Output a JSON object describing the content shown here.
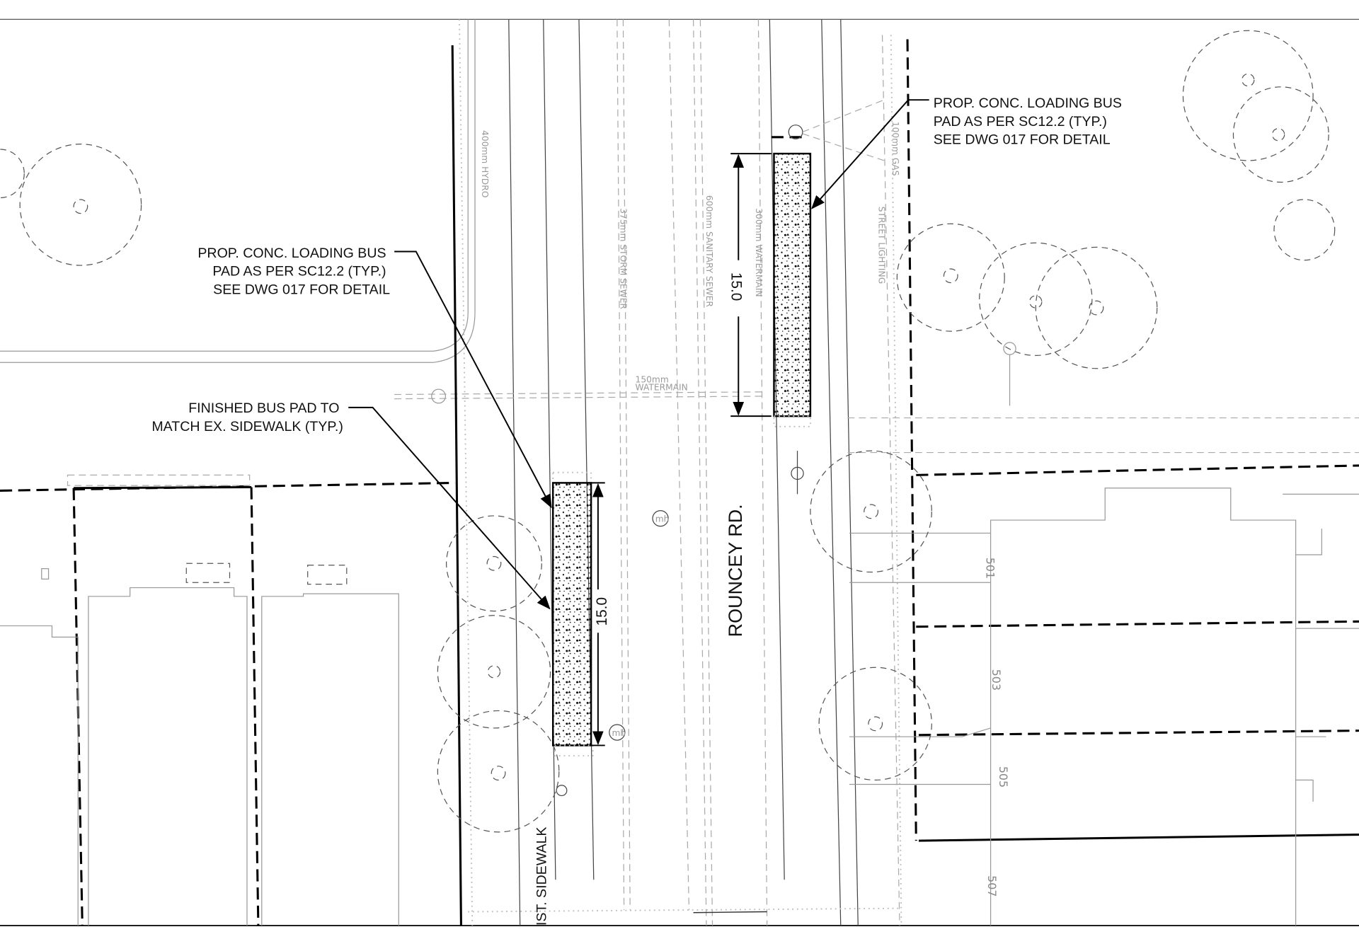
{
  "drawing": {
    "street_name": "ROUNCEY RD.",
    "callouts": {
      "bus_pad_right": [
        "PROP. CONC. LOADING BUS",
        "PAD AS PER SC12.2 (TYP.)",
        "SEE DWG 017 FOR DETAIL"
      ],
      "bus_pad_left": [
        "PROP. CONC. LOADING BUS",
        "PAD AS PER SC12.2 (TYP.)",
        "SEE DWG 017 FOR DETAIL"
      ],
      "finished_pad": [
        "FINISHED BUS PAD TO",
        "MATCH EX. SIDEWALK (TYP.)"
      ]
    },
    "dimensions": {
      "right_pad_length": "15.0",
      "left_pad_length": "15.0"
    },
    "utilities": {
      "hydro": "400mm HYDRO",
      "storm": "375mm STORM SEWER",
      "sanitary": "600mm SANITARY SEWER",
      "watermain_300": "300mm WATERMAIN",
      "gas": "100mm GAS",
      "lighting": "STREET LIGHTING",
      "watermain_150": [
        "150mm",
        "WATERMAIN"
      ],
      "sidewalk": "IST. SIDEWALK"
    },
    "lot_numbers": [
      "501",
      "503",
      "505",
      "507"
    ],
    "manhole_label": "mh",
    "hatch_pattern": "stipple-concrete",
    "colors": {
      "linework": "#000000",
      "existing": "#999999",
      "background": "#ffffff"
    }
  }
}
